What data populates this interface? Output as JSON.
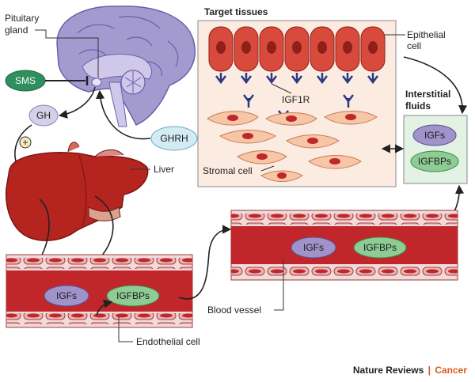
{
  "labels": {
    "pituitary_line1": "Pituitary",
    "pituitary_line2": "gland",
    "sms": "SMS",
    "gh": "GH",
    "ghrh": "GHRH",
    "plus": "+",
    "liver": "Liver",
    "target_tissues": "Target tissues",
    "epithelial_line1": "Epithelial",
    "epithelial_line2": "cell",
    "igf1r": "IGF1R",
    "stromal_cell": "Stromal cell",
    "interstitial_line1": "Interstitial",
    "interstitial_line2": "fluids",
    "igfs": "IGFs",
    "igfbps": "IGFBPs",
    "blood_vessel": "Blood vessel",
    "endothelial_cell": "Endothelial cell"
  },
  "credit": {
    "publisher": "Nature Reviews",
    "separator": "|",
    "journal": "Cancer"
  },
  "colors": {
    "brain": "#a39bd0",
    "liver": "#b5241f",
    "vessel": "#c0262a",
    "vessel_wall": "#f0dada",
    "sms_pill": "#2f8f5f",
    "gh_pill": "#d3d0ea",
    "ghrh_pill": "#d3ecf4",
    "igfs_pill": "#9f93c9",
    "igfbps_pill": "#8ecb95",
    "target_box": "#fbebe0",
    "interstitial_box": "#e2f2e3",
    "accent": "#d95b1a"
  }
}
